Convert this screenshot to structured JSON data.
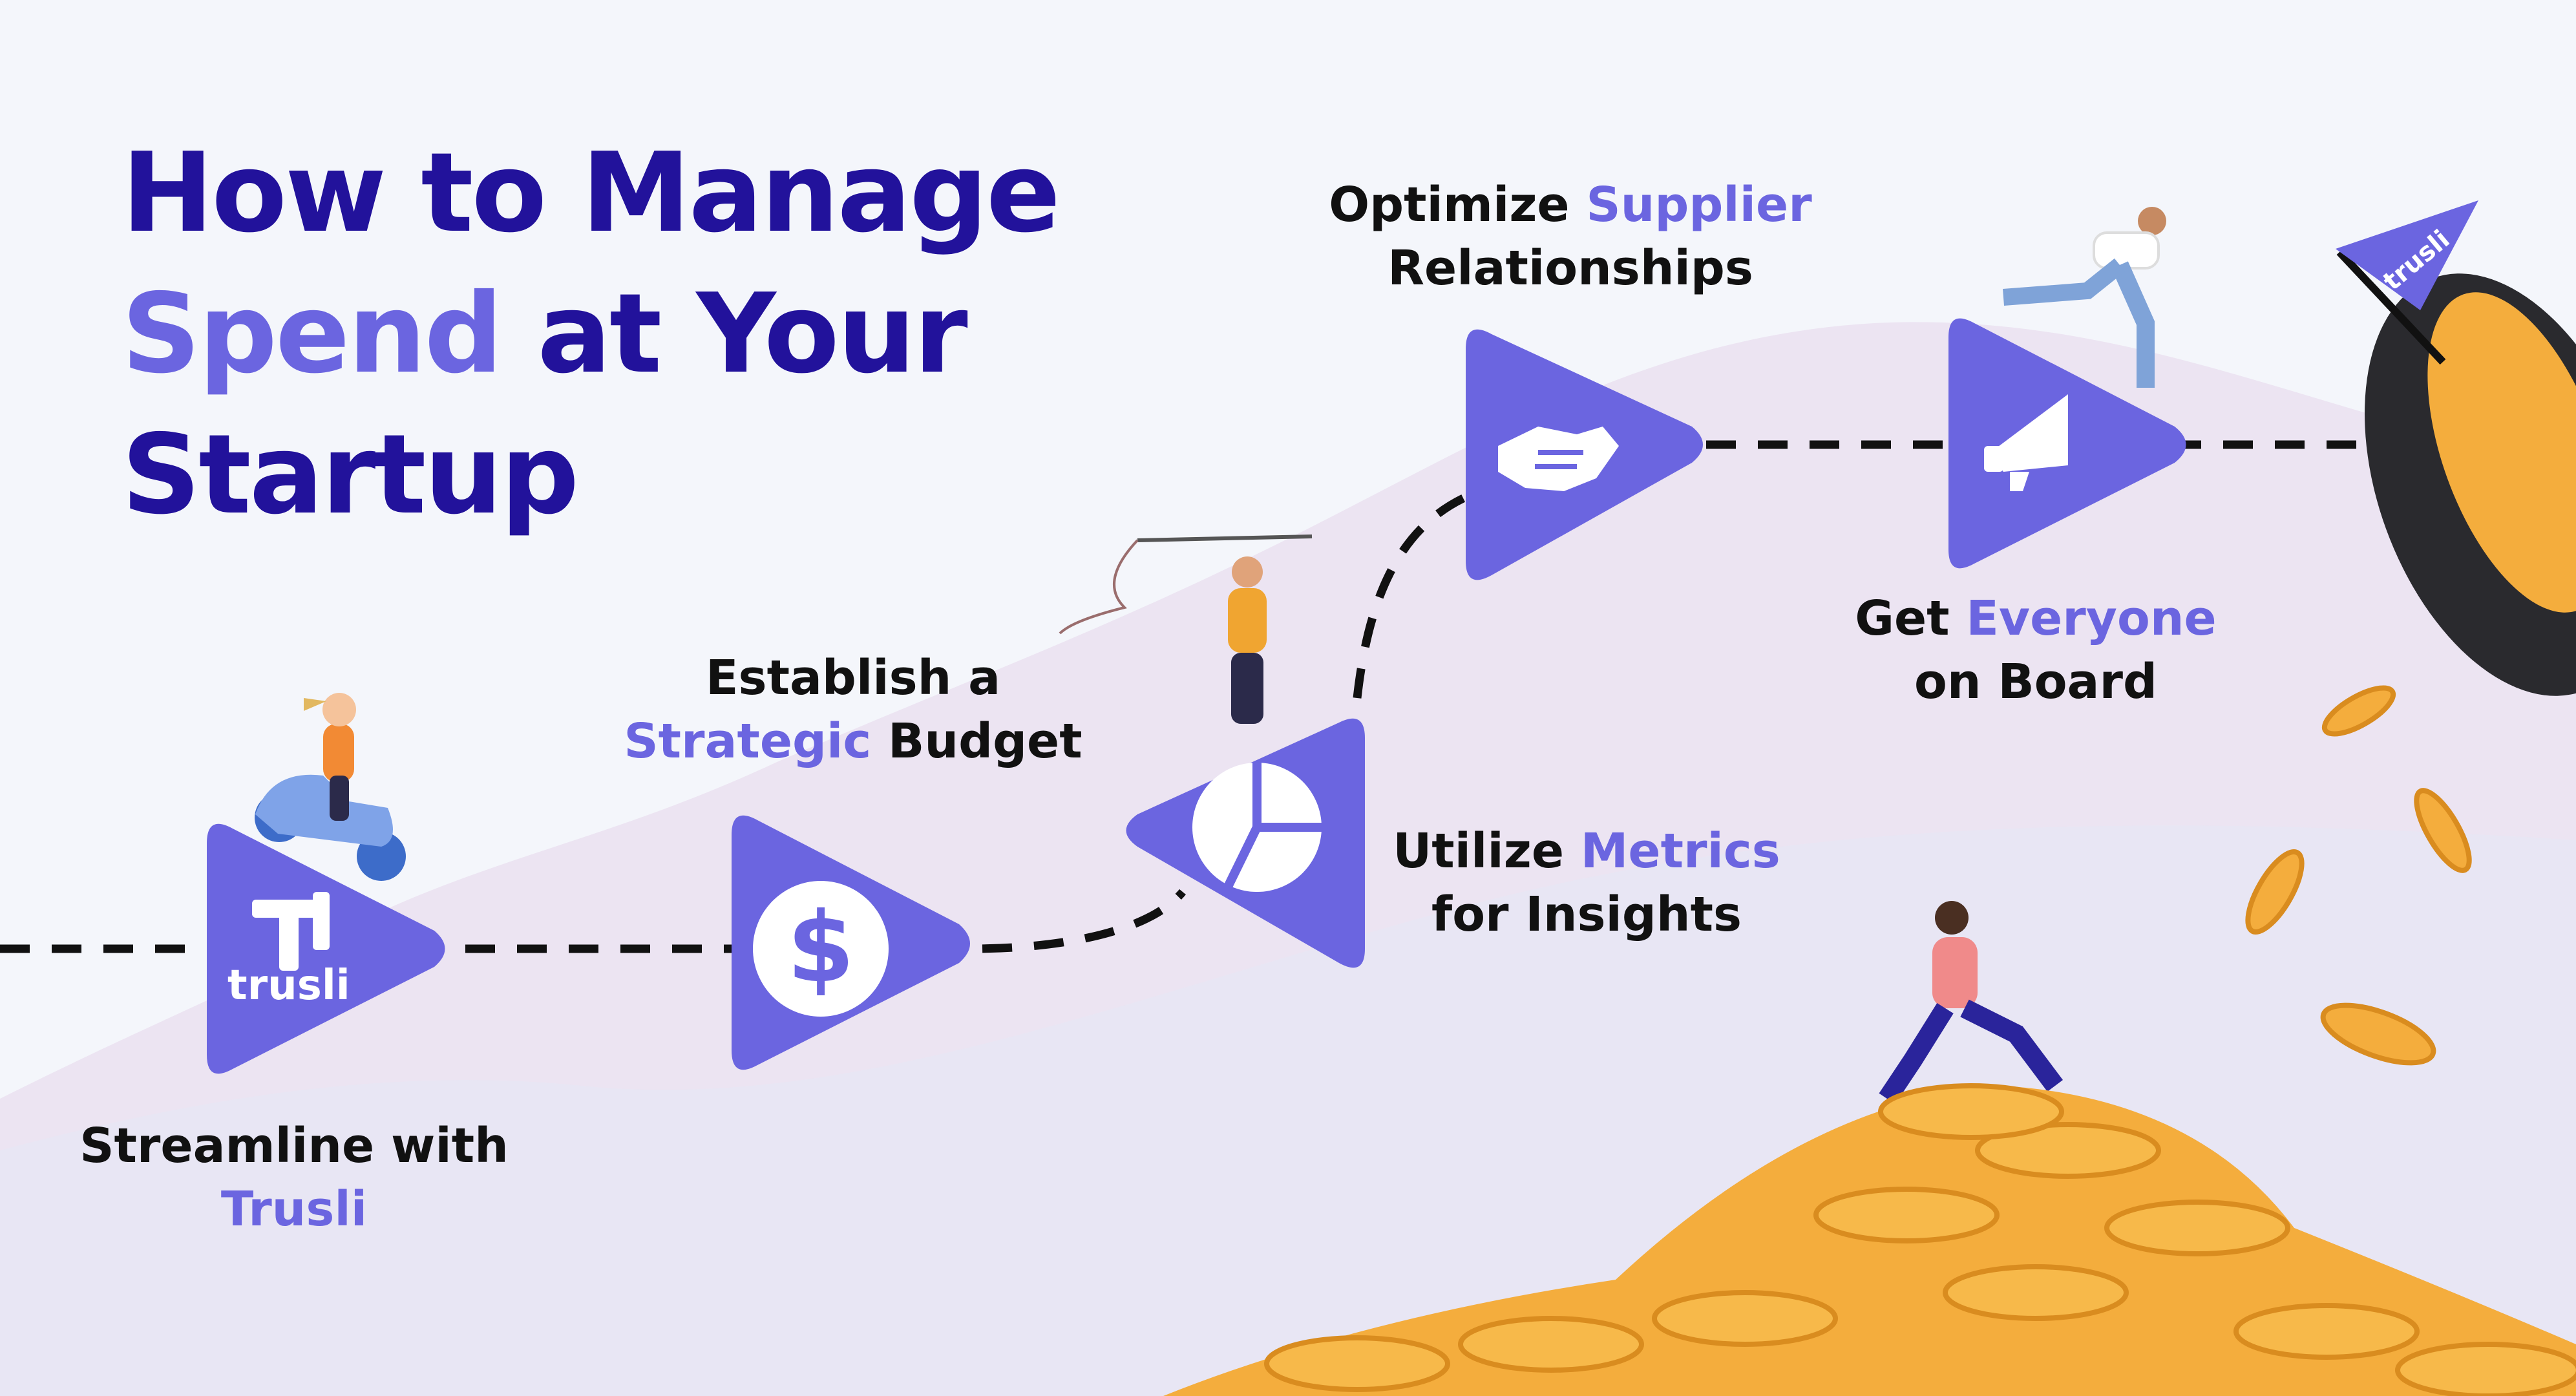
{
  "title": {
    "line1": "How to Manage",
    "line2_accent": "Spend",
    "line2_rest": " at Your",
    "line3": "Startup"
  },
  "steps": [
    {
      "icon": "trusli-logo-icon",
      "line1_a": "Streamline with",
      "line2_accent": "Trusli"
    },
    {
      "icon": "dollar-icon",
      "line1": "Establish a",
      "line2_accent": "Strategic",
      "line2_rest": " Budget"
    },
    {
      "icon": "pie-chart-icon",
      "line1_a": "Utilize ",
      "line1_accent": "Metrics",
      "line2": "for Insights"
    },
    {
      "icon": "handshake-icon",
      "line1_a": "Optimize ",
      "line1_accent": "Supplier",
      "line2": "Relationships"
    },
    {
      "icon": "megaphone-icon",
      "line1_a": "Get ",
      "line1_accent": "Everyone",
      "line2": "on Board"
    }
  ],
  "brand": {
    "logo_text": "trusli",
    "flag_text": "trusli"
  },
  "colors": {
    "navy": "#22129b",
    "accent": "#6b65e0",
    "triangle": "#6b65e0",
    "coin": "#f4ad3d",
    "coin_edge": "#d98c1f",
    "hill": "#ece4f2"
  }
}
